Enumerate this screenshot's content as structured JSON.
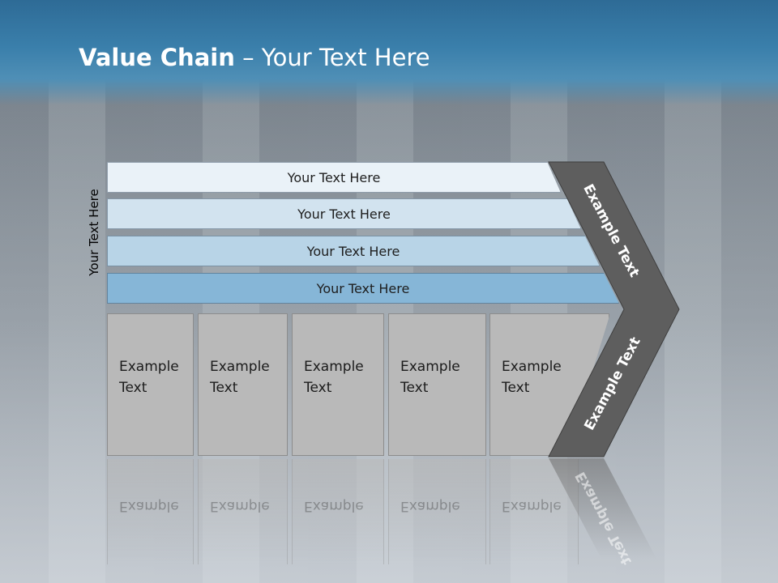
{
  "header": {
    "title_bold": "Value Chain",
    "title_rest": " – Your Text Here"
  },
  "side_label": "Your Text Here",
  "bands": [
    {
      "label": "Your Text Here",
      "color": "#eaf2f8"
    },
    {
      "label": "Your Text Here",
      "color": "#d2e3ef"
    },
    {
      "label": "Your Text Here",
      "color": "#b8d4e7"
    },
    {
      "label": "Your Text Here",
      "color": "#86b6d7"
    }
  ],
  "cards": [
    {
      "line1": "Example",
      "line2": "Text"
    },
    {
      "line1": "Example",
      "line2": "Text"
    },
    {
      "line1": "Example",
      "line2": "Text"
    },
    {
      "line1": "Example",
      "line2": "Text"
    },
    {
      "line1": "Example",
      "line2": "Text"
    }
  ],
  "chevron": {
    "upper_label": "Example Text",
    "lower_label": "Example Text",
    "color": "#5e5e5e"
  }
}
